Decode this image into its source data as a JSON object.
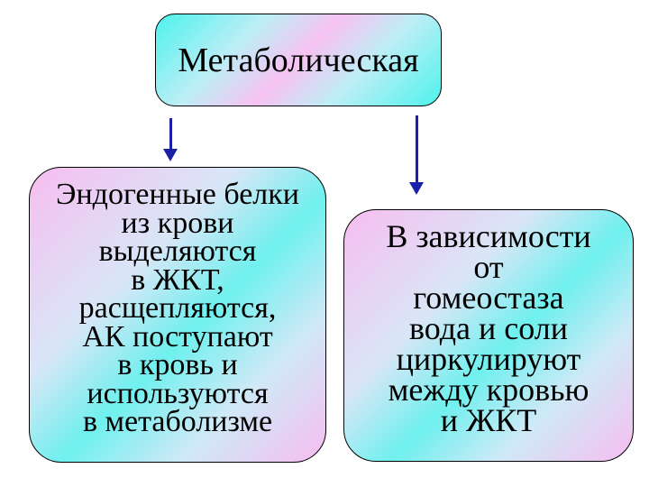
{
  "diagram": {
    "top": {
      "label": "Метаболическая"
    },
    "left": {
      "lines": [
        "Эндогенные белки",
        "из крови",
        "выделяются",
        "в ЖКТ,",
        "расщепляются,",
        "АК поступают",
        "в кровь и",
        "используются",
        "в метаболизме"
      ]
    },
    "right": {
      "lines": [
        "В зависимости",
        "от",
        "гомеостаза",
        "вода и соли",
        "циркулируют",
        "между кровью",
        "и ЖКТ"
      ]
    }
  },
  "colors": {
    "arrow": "#1b1fa8",
    "cyan": "#4ef2ec",
    "pink": "#f7bdf0",
    "border": "#000000"
  }
}
